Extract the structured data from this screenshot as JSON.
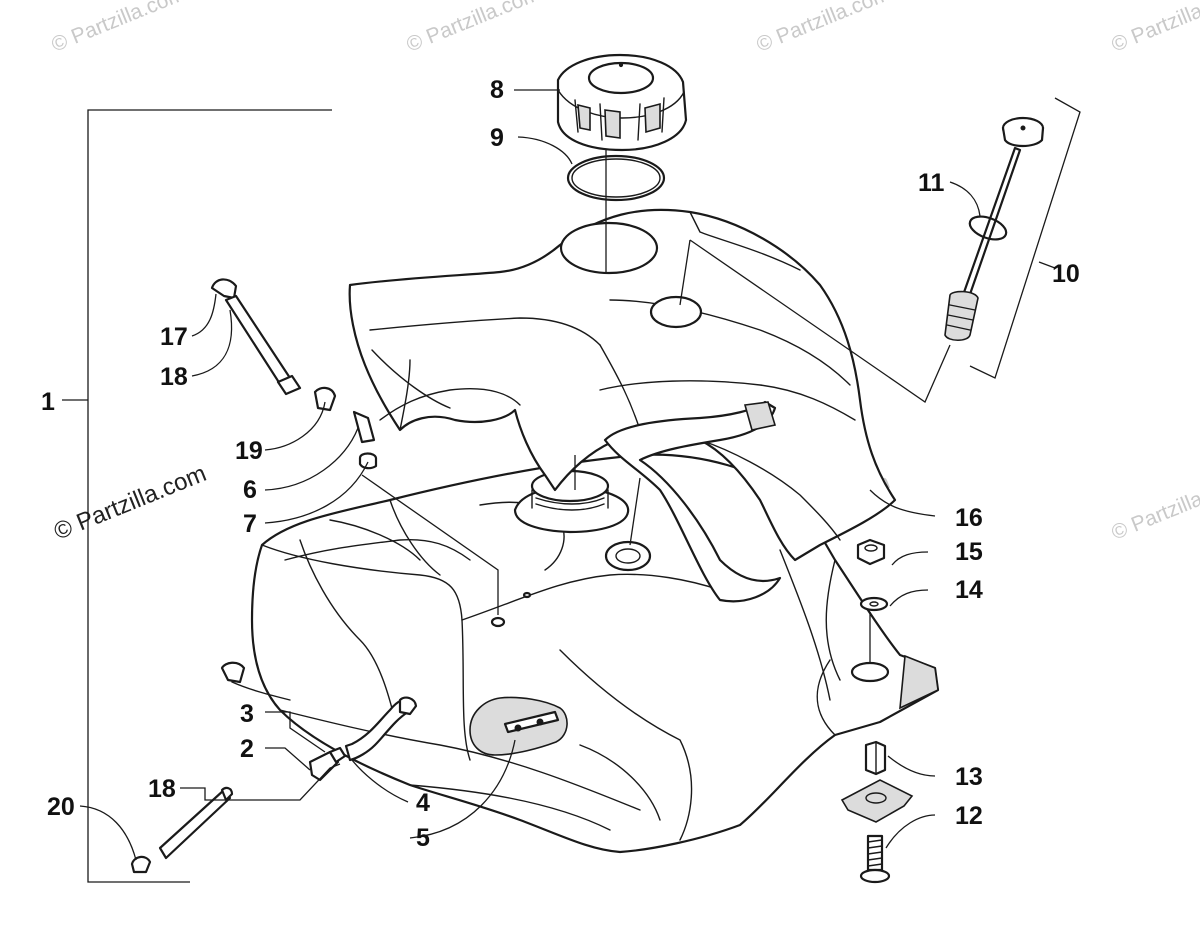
{
  "watermark": "© Partzilla.com",
  "callouts": [
    {
      "id": "c1",
      "text": "1"
    },
    {
      "id": "c2",
      "text": "2"
    },
    {
      "id": "c3",
      "text": "3"
    },
    {
      "id": "c4",
      "text": "4"
    },
    {
      "id": "c5",
      "text": "5"
    },
    {
      "id": "c6",
      "text": "6"
    },
    {
      "id": "c7",
      "text": "7"
    },
    {
      "id": "c8",
      "text": "8"
    },
    {
      "id": "c9",
      "text": "9"
    },
    {
      "id": "c10",
      "text": "10"
    },
    {
      "id": "c11",
      "text": "11"
    },
    {
      "id": "c12",
      "text": "12"
    },
    {
      "id": "c13",
      "text": "13"
    },
    {
      "id": "c14",
      "text": "14"
    },
    {
      "id": "c15",
      "text": "15"
    },
    {
      "id": "c16",
      "text": "16"
    },
    {
      "id": "c17",
      "text": "17"
    },
    {
      "id": "c18a",
      "text": "18"
    },
    {
      "id": "c18b",
      "text": "18"
    },
    {
      "id": "c19",
      "text": "19"
    },
    {
      "id": "c20",
      "text": "20"
    }
  ]
}
